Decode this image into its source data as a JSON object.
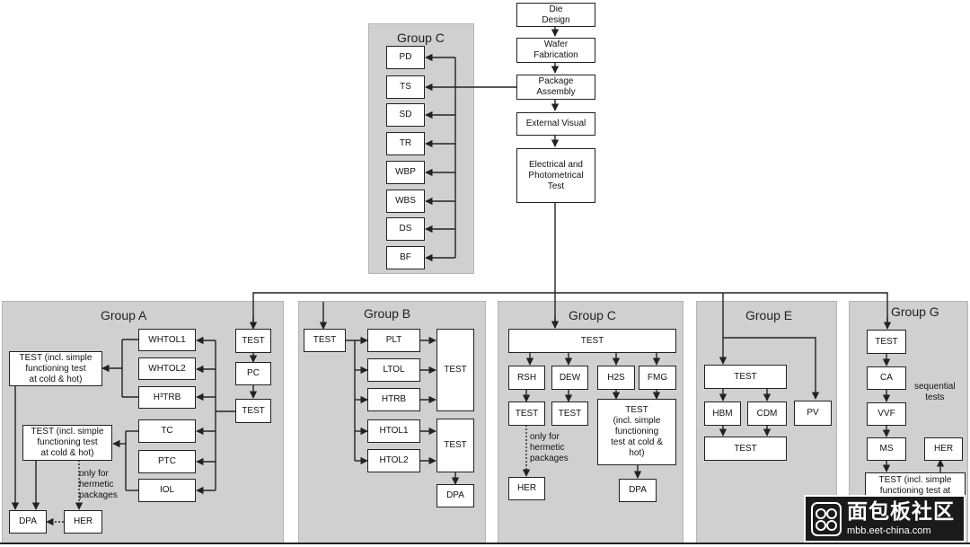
{
  "colors": {
    "panel_fill": "#d0d0d0",
    "box_fill": "#ffffff",
    "line": "#222222",
    "logo_bg": "#1a1a1a"
  },
  "flow": {
    "die_design": "Die\nDesign",
    "wafer_fabrication": "Wafer\nFabrication",
    "package_assembly": "Package\nAssembly",
    "external_visual": "External Visual",
    "electrical_photometrical": "Electrical and\nPhotometrical\nTest"
  },
  "group_c_top": {
    "title": "Group C",
    "items": [
      "PD",
      "TS",
      "SD",
      "TR",
      "WBP",
      "WBS",
      "DS",
      "BF"
    ]
  },
  "group_a": {
    "title": "Group A",
    "test_top": "TEST",
    "pc": "PC",
    "test_mid": "TEST",
    "whtol1": "WHTOL1",
    "whtol2": "WHTOL2",
    "h3trb": "H³TRB",
    "tc": "TC",
    "ptc": "PTC",
    "iol": "IOL",
    "test_func_1": "TEST (incl. simple\nfunctioning test\nat cold & hot)",
    "test_func_2": "TEST (incl. simple\nfunctioning test\nat cold & hot)",
    "dpa": "DPA",
    "her": "HER",
    "note": "only for\nhermetic\npackages"
  },
  "group_b": {
    "title": "Group B",
    "test_in": "TEST",
    "plt": "PLT",
    "ltol": "LTOL",
    "htrb": "HTRB",
    "htol1": "HTOL1",
    "htol2": "HTOL2",
    "test_1": "TEST",
    "test_2": "TEST",
    "dpa": "DPA"
  },
  "group_c_bottom": {
    "title": "Group C",
    "test_top": "TEST",
    "rsh": "RSH",
    "dew": "DEW",
    "h2s": "H2S",
    "fmg": "FMG",
    "test_rsh": "TEST",
    "test_dew": "TEST",
    "test_func": "TEST\n(incl. simple\nfunctioning\ntest at cold &\nhot)",
    "her": "HER",
    "dpa": "DPA",
    "note": "only for\nhermetic\npackages"
  },
  "group_e": {
    "title": "Group E",
    "test_top": "TEST",
    "hbm": "HBM",
    "cdm": "CDM",
    "pv": "PV",
    "test_bottom": "TEST"
  },
  "group_g": {
    "title": "Group G",
    "test": "TEST",
    "ca": "CA",
    "vvf": "VVF",
    "ms": "MS",
    "her": "HER",
    "test_func": "TEST (incl. simple\nfunctioning test at",
    "note": "sequential\ntests"
  },
  "watermark": {
    "cn_text": "面包板社区",
    "url": "mbb.eet-china.com"
  }
}
